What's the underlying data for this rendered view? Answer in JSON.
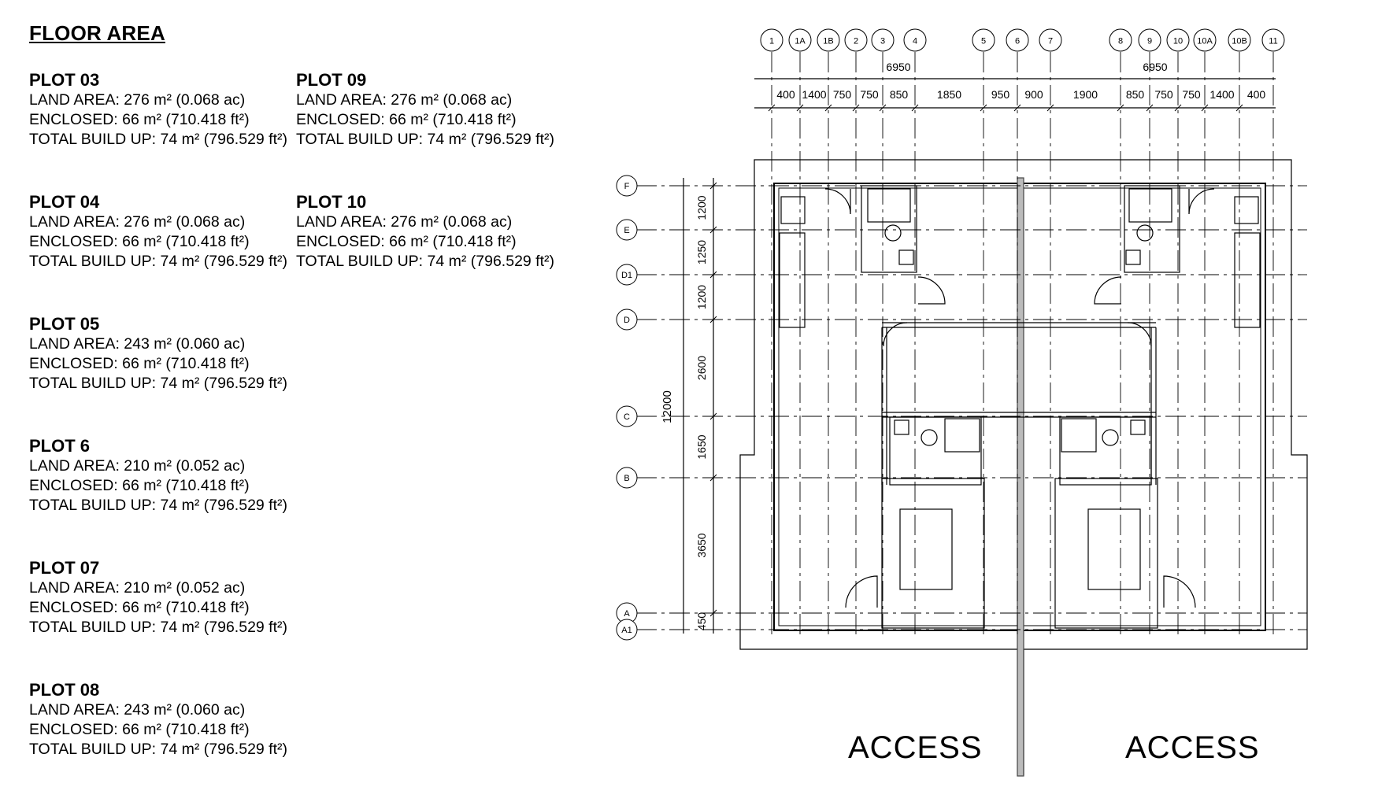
{
  "heading": "FLOOR AREA",
  "plots_left": [
    {
      "title": "PLOT 03",
      "land": "LAND AREA: 276 m² (0.068 ac)",
      "enclosed": "ENCLOSED: 66 m² (710.418 ft²)",
      "total": "TOTAL BUILD UP: 74 m² (796.529 ft²)"
    },
    {
      "title": "PLOT 04",
      "land": "LAND AREA: 276 m² (0.068 ac)",
      "enclosed": "ENCLOSED: 66 m² (710.418 ft²)",
      "total": "TOTAL BUILD UP: 74 m² (796.529 ft²)"
    },
    {
      "title": "PLOT 05",
      "land": "LAND AREA: 243 m² (0.060 ac)",
      "enclosed": "ENCLOSED: 66 m² (710.418 ft²)",
      "total": "TOTAL BUILD UP: 74 m² (796.529 ft²)"
    },
    {
      "title": "PLOT 6",
      "land": "LAND AREA: 210 m² (0.052 ac)",
      "enclosed": "ENCLOSED: 66 m² (710.418 ft²)",
      "total": "TOTAL BUILD UP: 74 m² (796.529 ft²)"
    },
    {
      "title": "PLOT 07",
      "land": "LAND AREA: 210 m² (0.052 ac)",
      "enclosed": "ENCLOSED: 66 m² (710.418 ft²)",
      "total": "TOTAL BUILD UP: 74 m² (796.529 ft²)"
    },
    {
      "title": "PLOT 08",
      "land": "LAND AREA: 243 m² (0.060 ac)",
      "enclosed": "ENCLOSED: 66 m² (710.418 ft²)",
      "total": "TOTAL BUILD UP: 74 m² (796.529 ft²)"
    }
  ],
  "plots_right": [
    {
      "title": "PLOT 09",
      "land": "LAND AREA: 276 m² (0.068 ac)",
      "enclosed": "ENCLOSED: 66 m² (710.418 ft²)",
      "total": "TOTAL BUILD UP: 74 m² (796.529 ft²)"
    },
    {
      "title": "PLOT 10",
      "land": "LAND AREA: 276 m² (0.068 ac)",
      "enclosed": "ENCLOSED: 66 m² (710.418 ft²)",
      "total": "TOTAL BUILD UP: 74 m² (796.529 ft²)"
    }
  ],
  "plan": {
    "grid_columns": [
      "1",
      "1A",
      "1B",
      "2",
      "3",
      "4",
      "5",
      "6",
      "7",
      "8",
      "9",
      "10",
      "10A",
      "10B",
      "11"
    ],
    "grid_rows": [
      "F",
      "E",
      "D1",
      "D",
      "C",
      "B",
      "A",
      "A1"
    ],
    "overall_widths": [
      "6950",
      "6950"
    ],
    "column_dims": [
      "400",
      "1400",
      "750",
      "750",
      "850",
      "1850",
      "950",
      "900",
      "1900",
      "850",
      "750",
      "750",
      "1400",
      "400"
    ],
    "row_dims": [
      "1200",
      "1250",
      "1200",
      "2600",
      "1650",
      "3650",
      "450"
    ],
    "overall_height": "12000",
    "access_labels": [
      "ACCESS",
      "ACCESS"
    ]
  }
}
